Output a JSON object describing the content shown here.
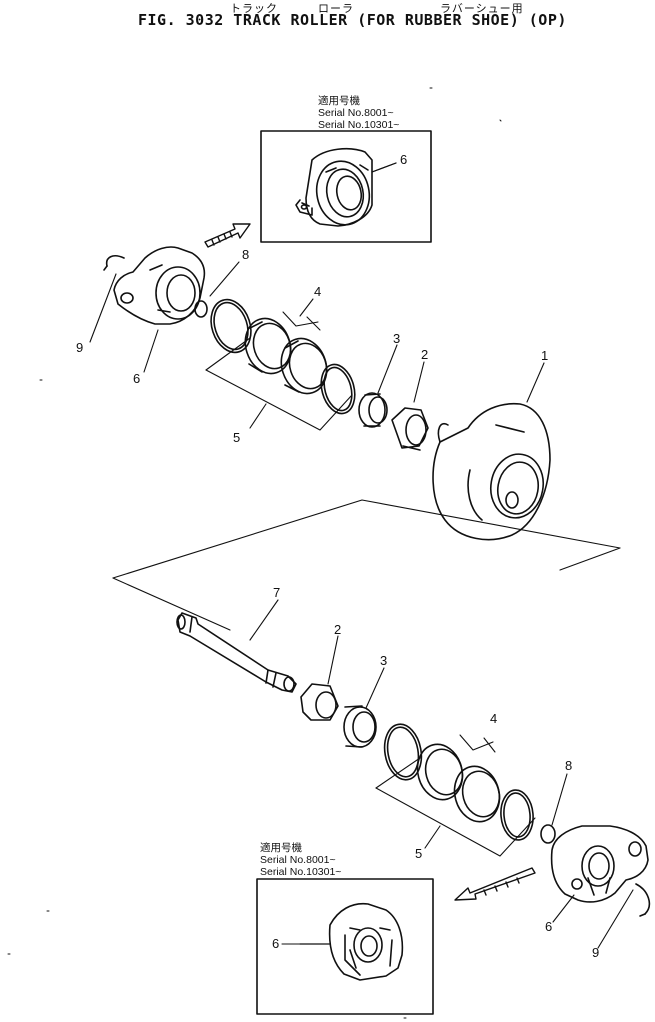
{
  "header": {
    "jp_track": "トラック",
    "jp_roller": "ローラ",
    "jp_rubber": "ラバーシュー用",
    "title": "FIG. 3032  TRACK ROLLER (FOR RUBBER SHOE) (OP)"
  },
  "inset_top": {
    "note": "適用号機",
    "serial_1": "Serial No.8001~",
    "serial_2": "Serial No.10301~",
    "part": "6"
  },
  "inset_bottom": {
    "note": "適用号機",
    "serial_1": "Serial No.8001~",
    "serial_2": "Serial No.10301~",
    "part": "6"
  },
  "callouts_upper": [
    "9",
    "6",
    "8",
    "4",
    "5",
    "3",
    "2",
    "1"
  ],
  "callouts_lower": [
    "7",
    "2",
    "3",
    "4",
    "8",
    "5",
    "6",
    "9"
  ]
}
